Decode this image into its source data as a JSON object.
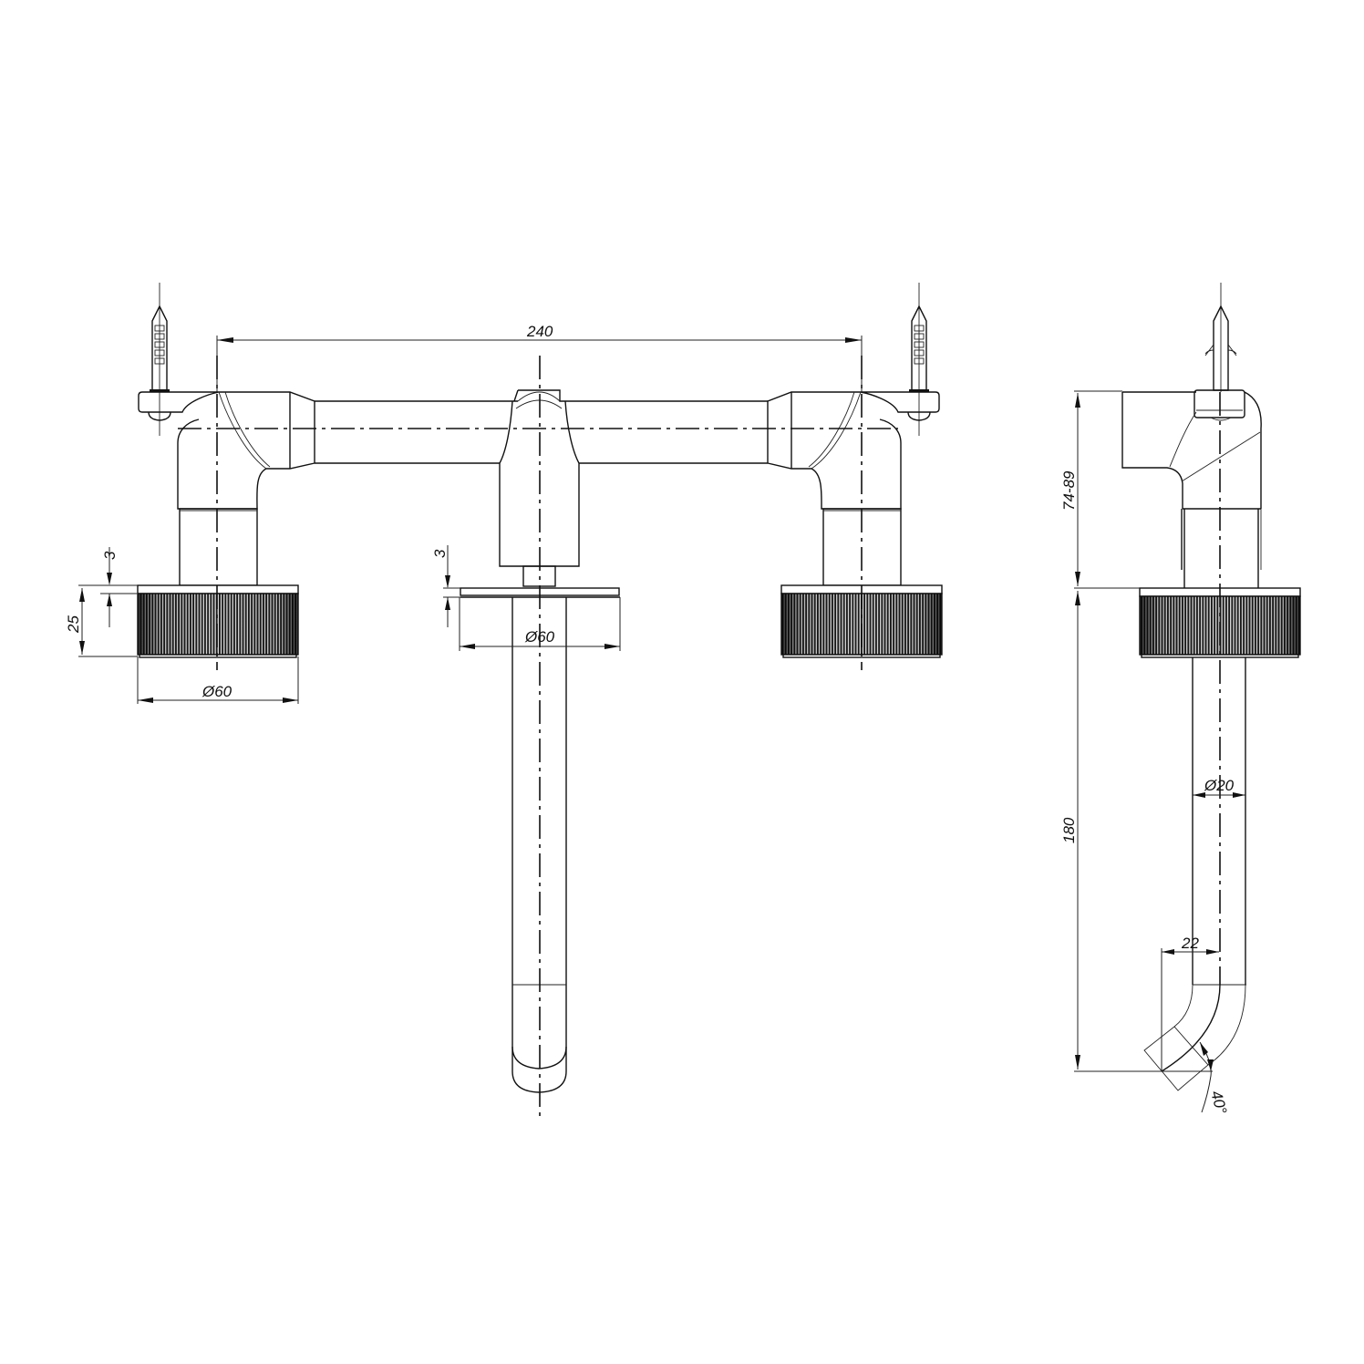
{
  "drawing": {
    "title": "Wall-mounted three-hole basin mixer — technical drawing",
    "views": [
      "front",
      "side"
    ],
    "line_color": "#111111",
    "background": "#ffffff"
  },
  "front_view": {
    "handle_spacing": "240",
    "left_handle": {
      "flange_thickness": "3",
      "handle_height": "25",
      "handle_diameter": "Ø60"
    },
    "spout_rosette": {
      "flange_thickness": "3",
      "diameter": "Ø60"
    }
  },
  "side_view": {
    "wall_depth_range": "74-89",
    "spout_length": "180",
    "spout_diameter": "Ø20",
    "outlet_offset": "22",
    "outlet_angle": "40°"
  }
}
